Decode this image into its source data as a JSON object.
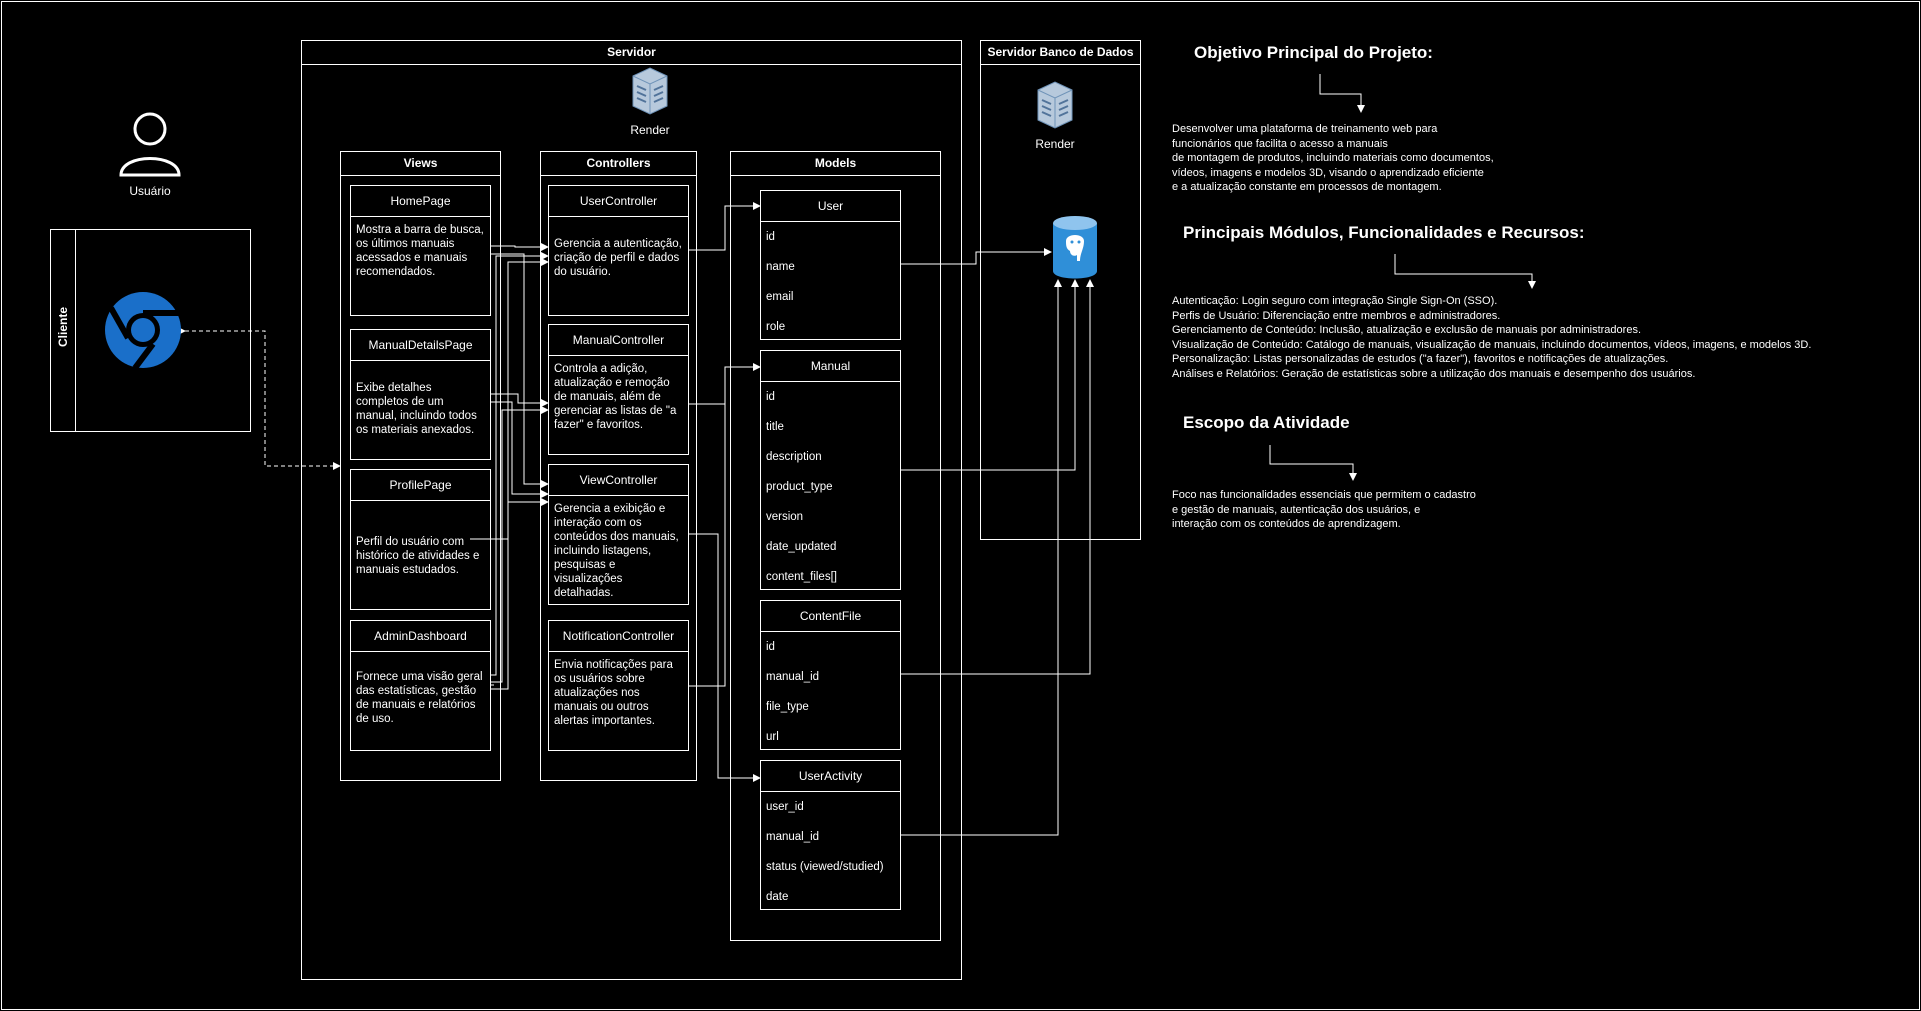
{
  "user": {
    "label": "Usuário"
  },
  "cliente": {
    "title": "Cliente"
  },
  "servidor": {
    "title": "Servidor",
    "server_label": "Render"
  },
  "db_server": {
    "title": "Servidor Banco de Dados",
    "server_label": "Render"
  },
  "views": {
    "title": "Views",
    "items": [
      {
        "title": "HomePage",
        "desc": "Mostra a barra de busca, os últimos manuais acessados e manuais recomendados."
      },
      {
        "title": "ManualDetailsPage",
        "desc": "Exibe detalhes completos de um manual, incluindo todos os materiais anexados."
      },
      {
        "title": "ProfilePage",
        "desc": "Perfil do usuário com histórico de atividades e manuais estudados."
      },
      {
        "title": "AdminDashboard",
        "desc": "Fornece uma visão geral das estatísticas, gestão de manuais e relatórios de uso."
      }
    ]
  },
  "controllers": {
    "title": "Controllers",
    "items": [
      {
        "title": "UserController",
        "desc": "Gerencia a autenticação, criação de perfil e dados do usuário."
      },
      {
        "title": "ManualController",
        "desc": "Controla a adição, atualização e remoção de manuais, além de gerenciar as listas de \"a fazer\" e favoritos."
      },
      {
        "title": "ViewController",
        "desc": "Gerencia a exibição e interação com os conteúdos dos manuais, incluindo listagens, pesquisas e visualizações detalhadas."
      },
      {
        "title": "NotificationController",
        "desc": "Envia notificações para os usuários sobre atualizações nos manuais ou outros alertas importantes."
      }
    ]
  },
  "models": {
    "title": "Models",
    "entities": [
      {
        "name": "User",
        "fields": [
          "id",
          "name",
          "email",
          "role"
        ]
      },
      {
        "name": "Manual",
        "fields": [
          "id",
          "title",
          "description",
          "product_type",
          "version",
          "date_updated",
          "content_files[]"
        ]
      },
      {
        "name": "ContentFile",
        "fields": [
          "id",
          "manual_id",
          "file_type",
          "url"
        ]
      },
      {
        "name": "UserActivity",
        "fields": [
          "user_id",
          "manual_id",
          "status (viewed/studied)",
          "date"
        ]
      }
    ]
  },
  "notes": {
    "objetivo": {
      "heading": "Objetivo Principal do Projeto:",
      "text": "Desenvolver uma plataforma de treinamento web para\nfuncionários que facilita o acesso a manuais\nde montagem de produtos, incluindo materiais como documentos,\nvídeos, imagens e modelos 3D, visando o aprendizado eficiente\ne a atualização constante em processos de montagem."
    },
    "modulos": {
      "heading": "Principais Módulos, Funcionalidades e Recursos:",
      "text": "Autenticação: Login seguro com integração Single Sign-On (SSO).\nPerfis de Usuário: Diferenciação entre membros e administradores.\nGerenciamento de Conteúdo: Inclusão, atualização e exclusão de manuais por administradores.\nVisualização de Conteúdo: Catálogo de manuais, visualização de manuais, incluindo documentos, vídeos, imagens, e modelos 3D.\nPersonalização: Listas personalizadas de estudos (\"a fazer\"), favoritos e notificações de atualizações.\nAnálises e Relatórios: Geração de estatísticas sobre a utilização dos manuais e desempenho dos usuários."
    },
    "escopo": {
      "heading": "Escopo da Atividade",
      "text": "Foco nas funcionalidades essenciais que permitem o cadastro\n e gestão de manuais, autenticação dos usuários, e\ninteração com os conteúdos de aprendizagem."
    }
  },
  "colors": {
    "chrome": "#1a6fc9",
    "postgres": "#2f8fd8",
    "server": "#6f93b8"
  }
}
